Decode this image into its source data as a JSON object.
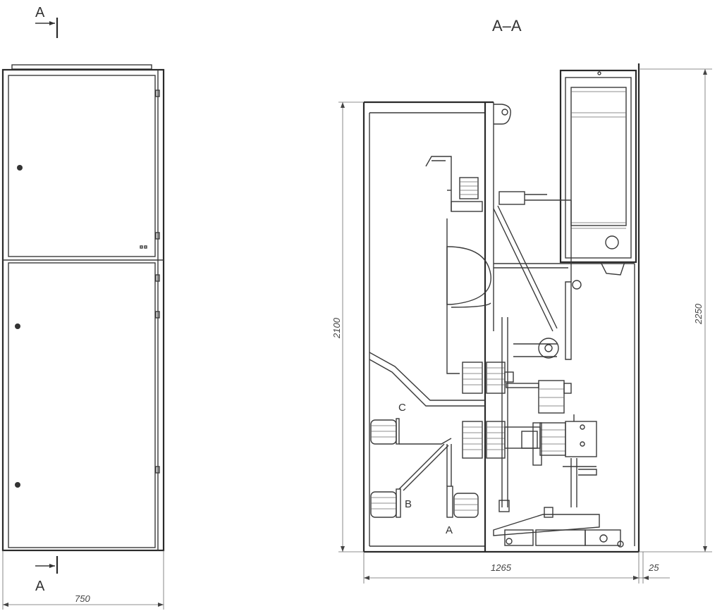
{
  "labels": {
    "section_mark_top": "A",
    "section_mark_bottom": "A",
    "section_title": "A–A",
    "phase_c": "C",
    "phase_b": "B",
    "phase_a": "A"
  },
  "dimensions": {
    "width_front": "750",
    "height_cabinet": "2100",
    "height_total": "2250",
    "depth": "1265",
    "rear_offset": "25"
  }
}
